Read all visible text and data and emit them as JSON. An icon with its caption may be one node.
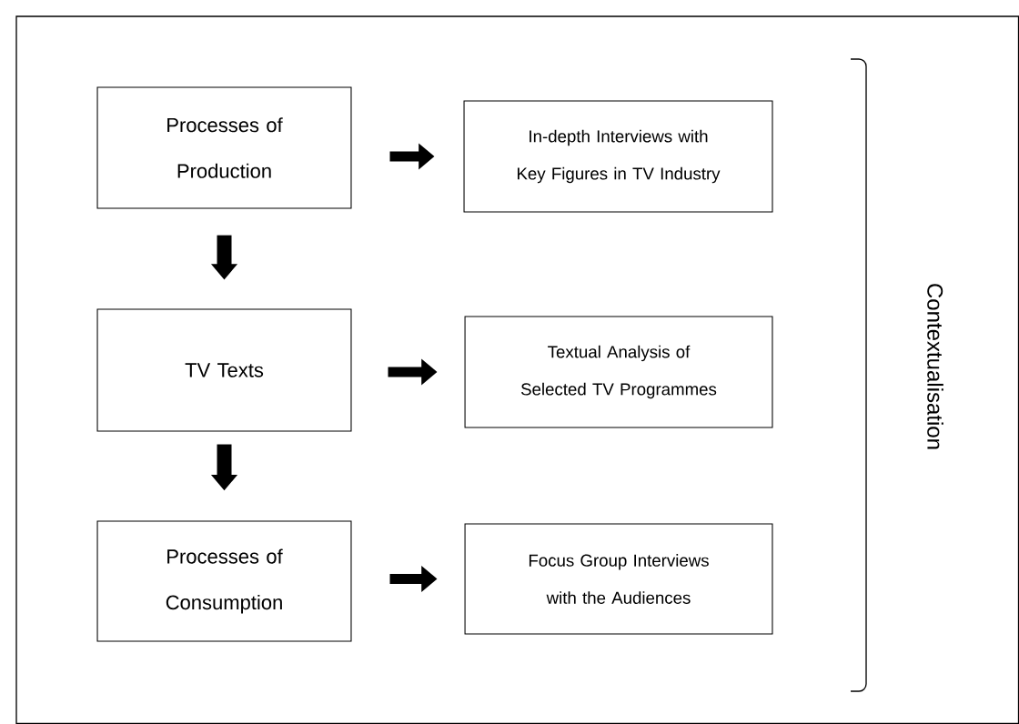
{
  "diagram": {
    "nodes": [
      {
        "text": [
          "Processes of Production"
        ]
      },
      {
        "text": [
          "In-depth Interviews with Key Figures in TV Industry"
        ]
      },
      {
        "text": [
          "TV Texts"
        ]
      },
      {
        "text": [
          "Textual Analysis of Selected TV Programmes"
        ]
      },
      {
        "text": [
          "Processes of Consumption"
        ]
      },
      {
        "text": [
          "Focus Group Interviews with the Audiences"
        ]
      }
    ],
    "edges": [
      {
        "from": 0,
        "to": 1,
        "arrow": "to"
      },
      {
        "from": 0,
        "to": 2,
        "arrow": "to"
      },
      {
        "from": 2,
        "to": 3,
        "arrow": "to"
      },
      {
        "from": 2,
        "to": 4,
        "arrow": "to"
      },
      {
        "from": 4,
        "to": 5,
        "arrow": "to"
      }
    ],
    "labels": [
      "Contextualisation"
    ]
  }
}
